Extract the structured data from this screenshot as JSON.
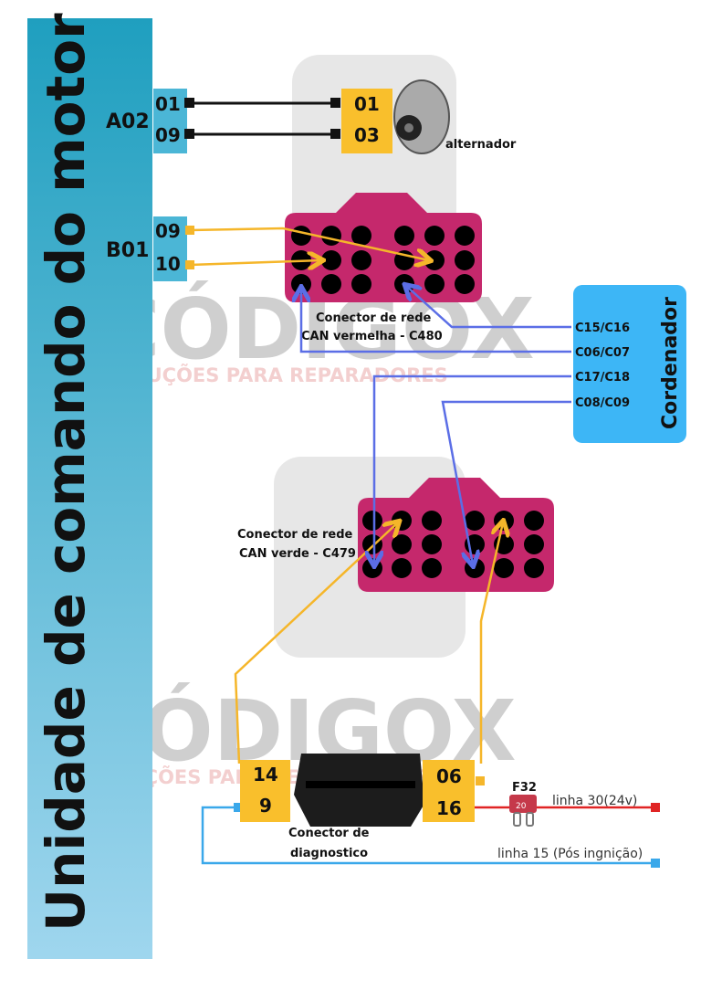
{
  "title": "Unidade de comando do motor",
  "watermark": {
    "brand": "CÓDIGOX",
    "tagline": "SOLUÇÕES PARA REPARADORES"
  },
  "a02": {
    "label": "A02",
    "pins": [
      "01",
      "09"
    ]
  },
  "alternator": {
    "label": "alternador",
    "pins": [
      "01",
      "03"
    ]
  },
  "b01": {
    "label": "B01",
    "pins": [
      "09",
      "10"
    ]
  },
  "c480": {
    "line1": "Conector de rede",
    "line2": "CAN vermelha - C480"
  },
  "c479": {
    "line1": "Conector de rede",
    "line2": "CAN verde - C479"
  },
  "coordinator": {
    "label": "Cordenador",
    "pins": [
      "C15/C16",
      "C06/C07",
      "C17/C18",
      "C08/C09"
    ]
  },
  "diagnostic": {
    "line1": "Conector de",
    "line2": "diagnostico",
    "left_pins": [
      "14",
      "9"
    ],
    "right_pins": [
      "06",
      "16"
    ]
  },
  "fuse": {
    "label": "F32",
    "rating": "20"
  },
  "lines": {
    "l30": "linha 30(24v)",
    "l15": "linha 15 (Pós ingnição)"
  },
  "colors": {
    "ecu": "#23a7c4",
    "pinbox": "#4bb6d6",
    "yellow": "#f9bf2c",
    "connector": "#c5286c",
    "can": "#5b6ee6",
    "coord": "#3db6f6",
    "red": "#e02424",
    "blue": "#3aa8ea"
  }
}
